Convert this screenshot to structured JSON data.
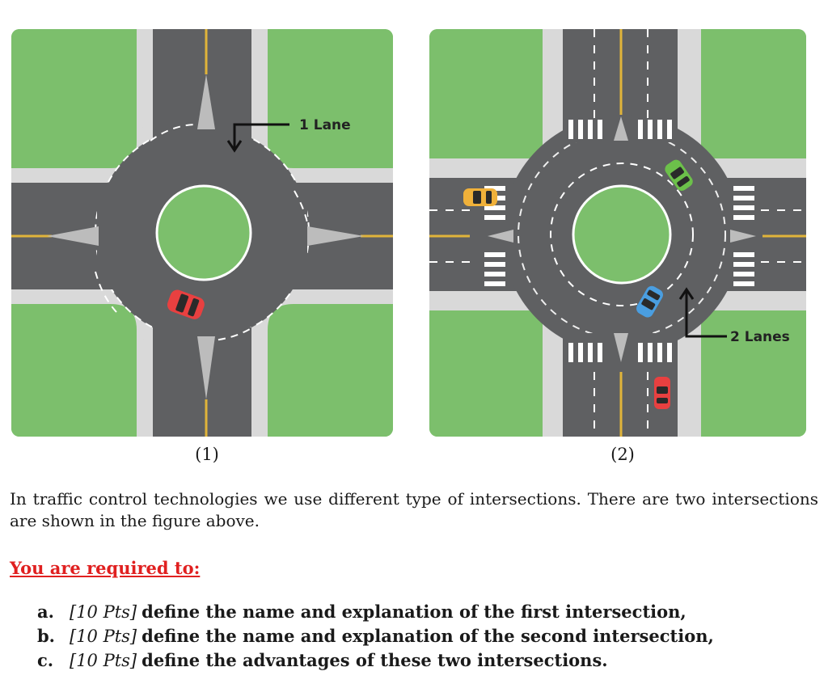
{
  "figures": [
    {
      "caption": "(1)",
      "lane_label": "1 Lane"
    },
    {
      "caption": "(2)",
      "lane_label": "2 Lanes"
    }
  ],
  "colors": {
    "grass": "#7cbf6c",
    "road": "#5f6062",
    "curb": "#d9d9d9",
    "center_line": "#e0b43a",
    "required_heading": "#e02020"
  },
  "intro_text": "In traffic control technologies we use different type of intersections. There are two intersections are shown in the figure above.",
  "required_heading": "You are required to:",
  "tasks": [
    {
      "letter": "a.",
      "points": "[10 Pts]",
      "text": "define the name and explanation of the first intersection,"
    },
    {
      "letter": "b.",
      "points": "[10 Pts]",
      "text": "define the name and explanation of the second intersection,"
    },
    {
      "letter": "c.",
      "points": "[10 Pts]",
      "text": "define the advantages of these two intersections."
    }
  ]
}
